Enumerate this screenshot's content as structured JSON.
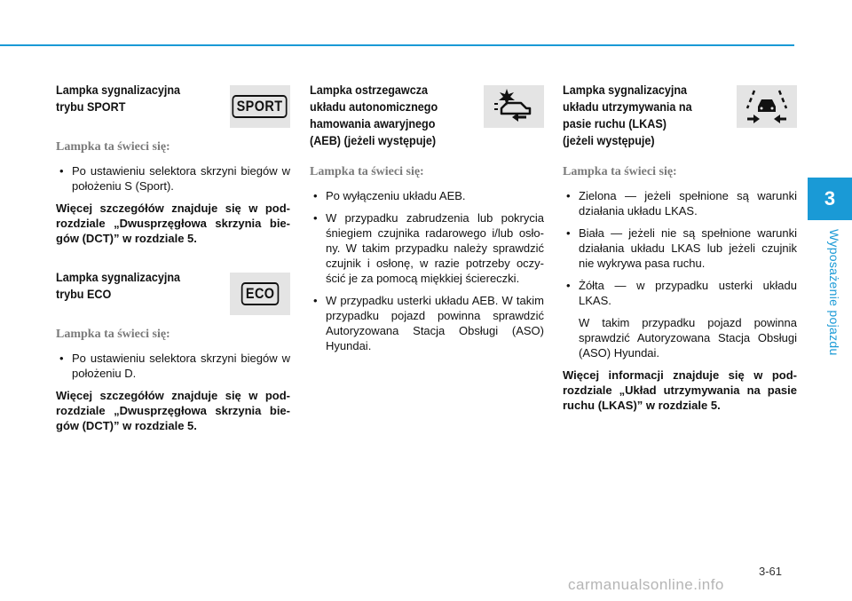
{
  "chapter": {
    "number": "3",
    "title": "Wyposażenie pojazdu"
  },
  "page_number": "3-61",
  "watermark": "carmanualsonline.info",
  "sections": {
    "sport": {
      "heading": "Lampka sygnalizacyjna trybu SPORT",
      "icon_label": "SPORT",
      "subheading": "Lampka ta świeci się:",
      "bullets": [
        "Po ustawieniu selektora skrzyni biegów w położeniu S (Sport)."
      ],
      "note": "Więcej szczegółów znajduje się w pod-rozdziale „Dwusprzęgłowa skrzynia bie-gów (DCT)” w rozdziale 5."
    },
    "eco": {
      "heading": "Lampka sygnalizacyjna trybu ECO",
      "icon_label": "ECO",
      "subheading": "Lampka ta świeci się:",
      "bullets": [
        "Po ustawieniu selektora skrzyni biegów w położeniu D."
      ],
      "note": "Więcej szczegółów znajduje się w pod-rozdziale „Dwusprzęgłowa skrzynia bie-gów (DCT)” w rozdziale 5."
    },
    "aeb": {
      "heading": "Lampka ostrzegawcza układu autonomicznego hamowania awaryjnego (AEB) (jeżeli występuje)",
      "subheading": "Lampka ta świeci się:",
      "bullets": [
        "Po wyłączeniu układu AEB.",
        "W przypadku zabrudzenia lub pokrycia śniegiem czujnika radarowego i/lub osło-ny. W takim przypadku należy sprawdzić czujnik i osłonę, w razie potrzeby oczy-ścić je za pomocą miękkiej ściereczki.",
        "W przypadku usterki układu AEB. W takim przypadku pojazd powinna sprawdzić Autoryzowana Stacja Obsługi (ASO) Hyundai."
      ]
    },
    "lkas": {
      "heading": "Lampka sygnalizacyjna układu utrzymywania na pasie ruchu (LKAS) (jeżeli występuje)",
      "subheading": "Lampka ta świeci się:",
      "bullets": [
        "Zielona — jeżeli spełnione są warunki działania układu LKAS.",
        "Biała — jeżeli nie są spełnione warunki działania układu LKAS lub jeżeli czujnik nie wykrywa pasa ruchu.",
        "Żółta — w przypadku usterki układu LKAS."
      ],
      "extra_paragraph": "W takim przypadku pojazd powinna sprawdzić Autoryzowana Stacja Obsługi (ASO) Hyundai.",
      "note": "Więcej informacji znajduje się w pod-rozdziale „Układ utrzymywania na pasie ruchu (LKAS)” w rozdziale 5."
    }
  },
  "icons": {
    "aeb": "aeb-collision-warning-icon",
    "lkas": "lane-keeping-icon"
  }
}
